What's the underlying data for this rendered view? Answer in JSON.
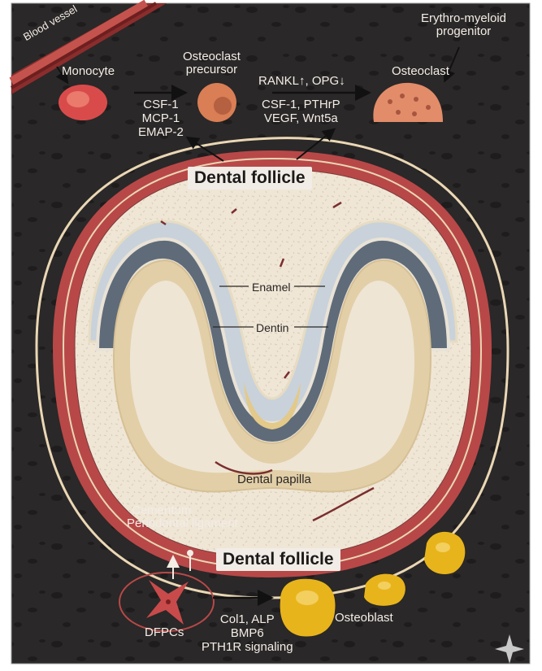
{
  "labels": {
    "blood_vessel": "Blood vessel",
    "monocyte": "Monocyte",
    "osteoclast_precursor": [
      "Osteoclast",
      "precursor"
    ],
    "osteoclast": "Osteoclast",
    "erythro_myeloid": [
      "Erythro-myeloid",
      "progenitor"
    ],
    "factors_left": [
      "CSF-1",
      "MCP-1",
      "EMAP-2"
    ],
    "rankl_opg": "RANKL↑, OPG↓",
    "factors_right": [
      "CSF-1, PTHrP",
      "VEGF, Wnt5a"
    ],
    "dental_follicle_top": "Dental follicle",
    "enamel": "Enamel",
    "dentin": "Dentin",
    "dental_papilla": "Dental papilla",
    "cementum": "Cementum",
    "periodontal_ligament": "Periodontal ligament",
    "dental_follicle_bottom": "Dental follicle",
    "dfpcs": "DFPCs",
    "factors_bottom": [
      "Col1, ALP",
      "BMP6",
      "PTH1R signaling"
    ],
    "osteoblast": "Osteoblast"
  },
  "colors": {
    "background": "#2a2828",
    "follicle_red": "#b84848",
    "follicle_cream_line": "#ead7b4",
    "papilla_fill": "#ede3d2",
    "enamel_light": "#c9d2da",
    "enamel_dark": "#5f6b78",
    "dentin_band": "#e2cfa8",
    "osteoblast_yellow": "#e8b41c",
    "monocyte_red": "#d94b4b",
    "precursor_orange": "#d97e55",
    "osteoclast_salmon": "#e28c6a"
  }
}
